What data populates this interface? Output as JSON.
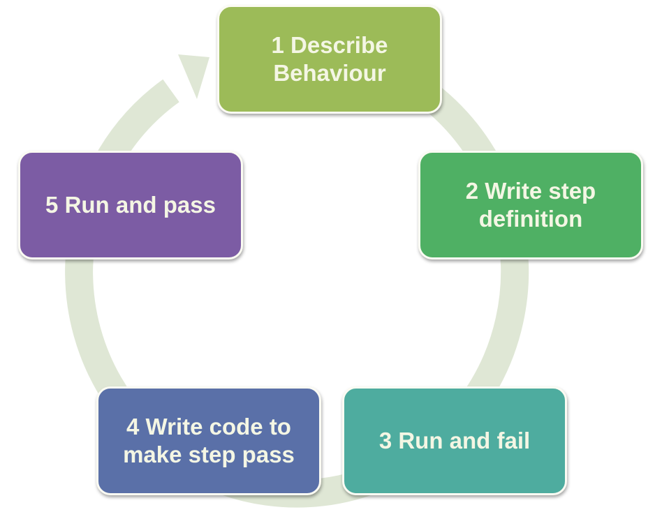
{
  "title": "BDD cycle",
  "steps": [
    {
      "label": "1 Describe Behaviour",
      "color": "#9cbb58"
    },
    {
      "label": "2 Write step definition",
      "color": "#4fb064"
    },
    {
      "label": "3 Run and fail",
      "color": "#4eac9f"
    },
    {
      "label": "4 Write code to make step pass",
      "color": "#5a70a8"
    },
    {
      "label": "5 Run and pass",
      "color": "#7c5ca4"
    }
  ],
  "ring_color": "#dfe7d5"
}
